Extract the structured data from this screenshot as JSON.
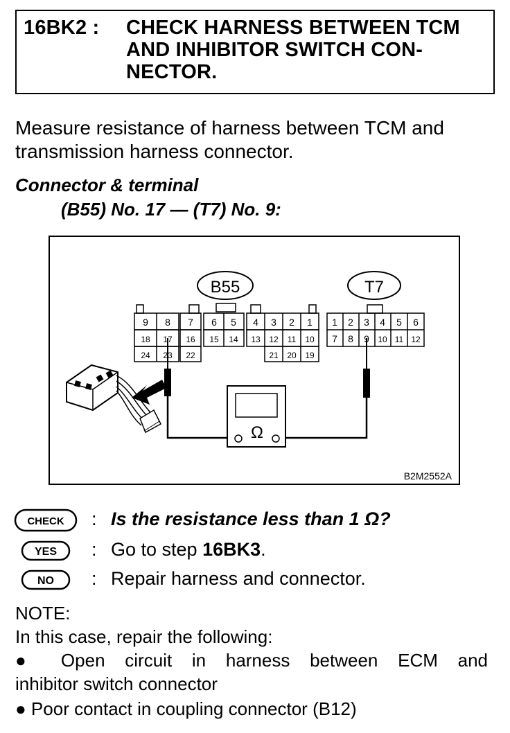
{
  "header": {
    "step_id": "16BK2 :",
    "title_lines": [
      "CHECK HARNESS BETWEEN TCM",
      "AND INHIBITOR SWITCH CON-",
      "NECTOR."
    ]
  },
  "intro": {
    "lines": [
      "Measure resistance of harness between TCM and",
      "transmission harness connector."
    ]
  },
  "connector": {
    "heading": "Connector & terminal",
    "terminal": "(B55) No. 17 — (T7) No. 9:"
  },
  "figure": {
    "label_b55": "B55",
    "label_t7": "T7",
    "b55_row1": [
      "9",
      "8",
      "7",
      "6",
      "5",
      "4",
      "3",
      "2",
      "1"
    ],
    "b55_row2": [
      "18",
      "17",
      "16",
      "15",
      "14",
      "13",
      "12",
      "11",
      "10"
    ],
    "b55_row3": [
      "24",
      "23",
      "22",
      "21",
      "20",
      "19"
    ],
    "t7_row1": [
      "1",
      "2",
      "3",
      "4",
      "5",
      "6"
    ],
    "t7_row2": [
      "7",
      "8",
      "9",
      "10",
      "11",
      "12"
    ],
    "ohm_symbol": "Ω",
    "figure_code": "B2M2552A"
  },
  "checks": {
    "check_badge": "CHECK",
    "check_colon": ":",
    "check_text": "Is the resistance less than 1 Ω?",
    "yes_badge": "YES",
    "yes_colon": ":",
    "yes_text_prefix": "Go to step ",
    "yes_text_step": "16BK3",
    "yes_text_suffix": ".",
    "no_badge": "NO",
    "no_colon": ":",
    "no_text": "Repair harness and connector."
  },
  "note": {
    "label": "NOTE:",
    "intro": "In this case, repair the following:",
    "bullet1_line1": "● Open circuit in harness between ECM and",
    "bullet1_line2": "inhibitor switch connector",
    "bullet2": "● Poor contact in coupling connector (B12)"
  }
}
